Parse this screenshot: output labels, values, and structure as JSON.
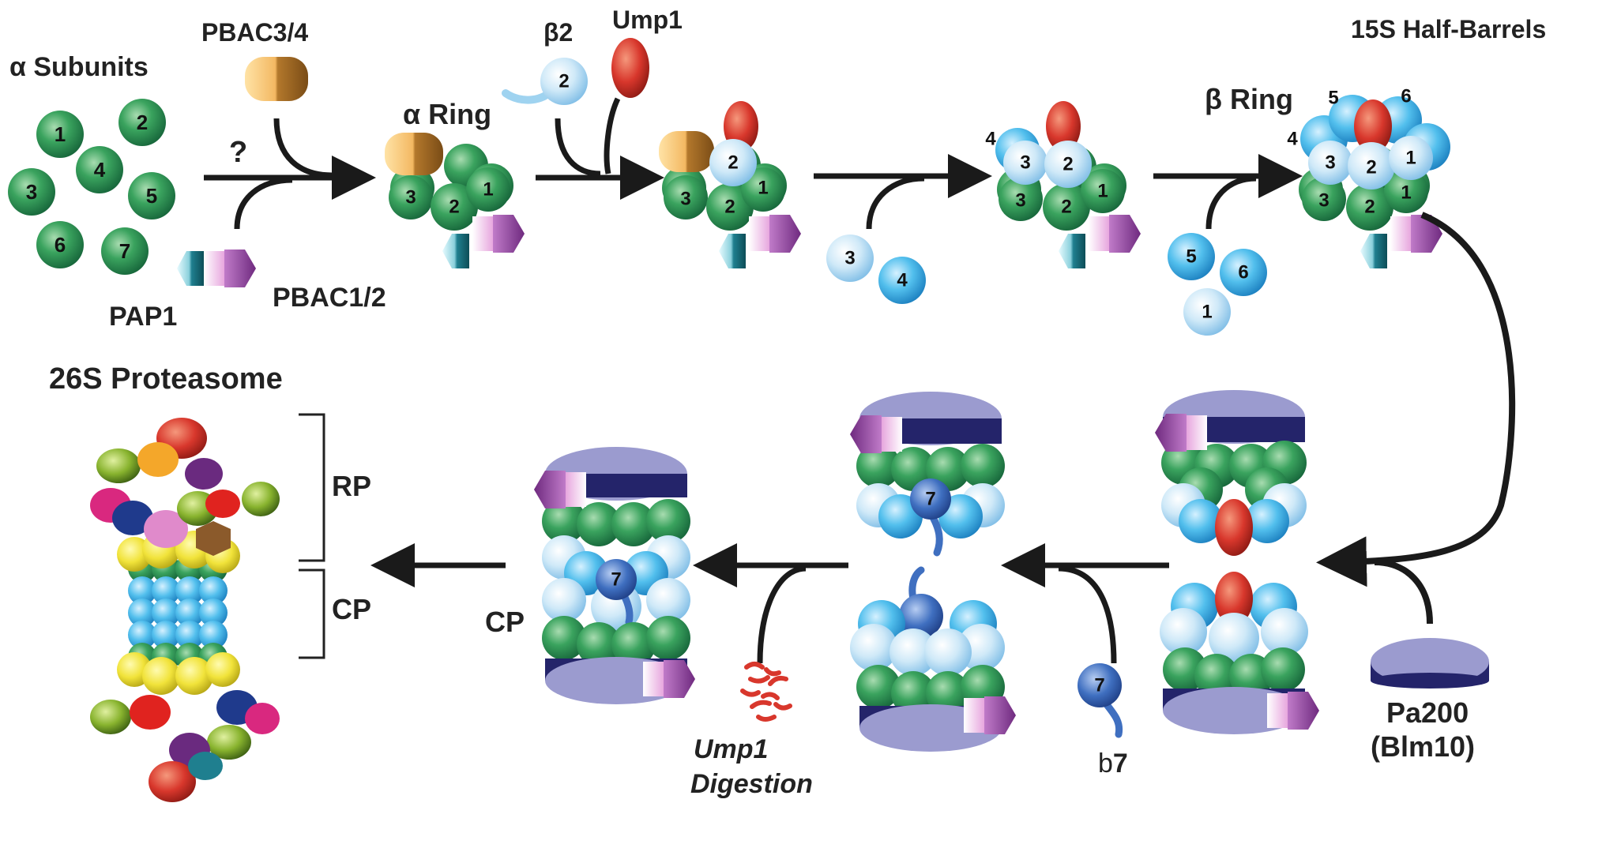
{
  "labels": {
    "alpha_subunits": "α Subunits",
    "pbac34": "PBAC3/4",
    "question": "?",
    "pap1": "PAP1",
    "pbac12": "PBAC1/2",
    "alpha_ring": "α Ring",
    "beta2": "β2",
    "ump1": "Ump1",
    "beta_ring": "β Ring",
    "half_barrels": "15S Half-Barrels",
    "proteasome_26s": "26S Proteasome",
    "rp": "RP",
    "cp_bracket": "CP",
    "cp": "CP",
    "ump1_digestion_1": "Ump1",
    "ump1_digestion_2": "Digestion",
    "b7": "b",
    "b7_num": "7",
    "pa200": "Pa200",
    "blm10": "(Blm10)"
  },
  "free_alpha_numbers": [
    "1",
    "2",
    "3",
    "4",
    "5",
    "6",
    "7"
  ],
  "beta_numbers": {
    "b2": "2",
    "b3": "3",
    "b4": "4",
    "b5": "5",
    "b6": "6",
    "b1": "1",
    "b7": "7"
  },
  "ring_numbers": {
    "alpha_front": [
      "3",
      "2",
      "1"
    ],
    "hb_top": [
      "5",
      "6"
    ],
    "hb_side": "4"
  },
  "colors": {
    "alpha_green": "#2e9a52",
    "beta_blue": "#4bb8e8",
    "beta_light": "#cfe9f8",
    "ump1_red": "#d8372c",
    "pbac34_gold": "#c9923a",
    "pbac12_purple": "#8e3f98",
    "pap1_teal": "#1f7f8f",
    "pa200_lavender": "#9b9bcf",
    "pa200_navy": "#24246a",
    "beta7_blue": "#3f6fc0",
    "arrow": "#1a1a1a"
  }
}
